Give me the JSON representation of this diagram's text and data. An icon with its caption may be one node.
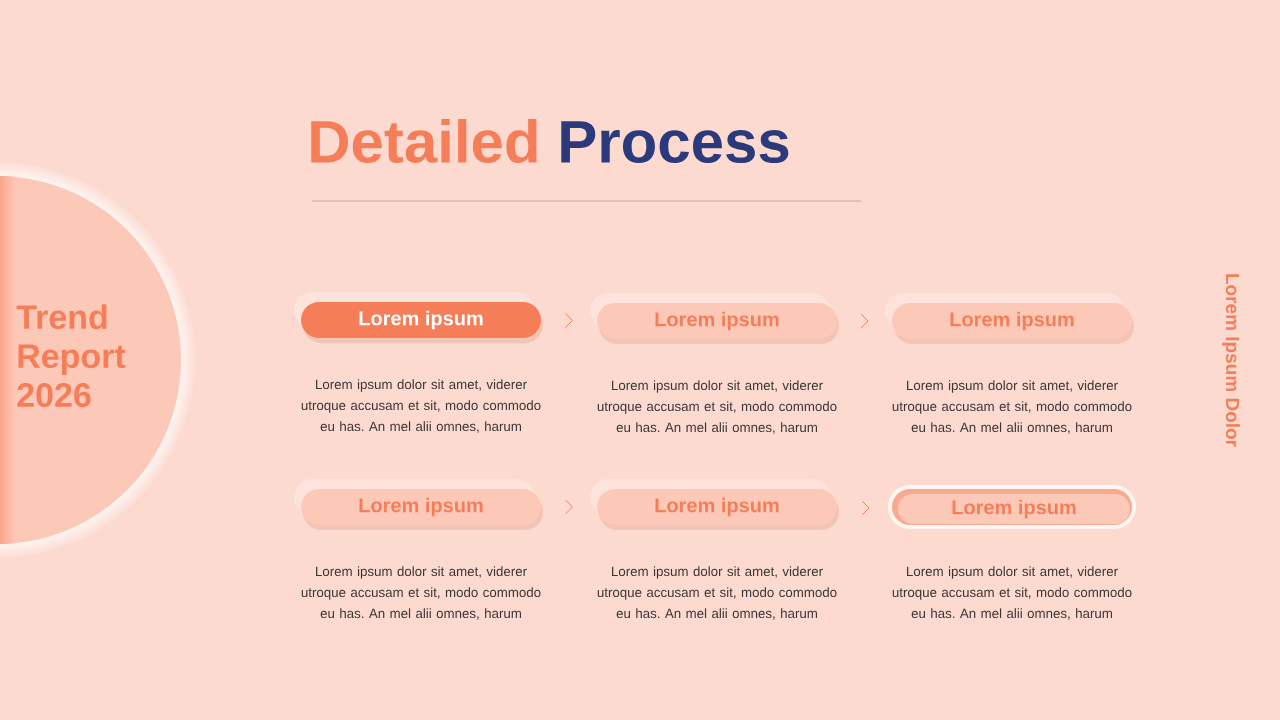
{
  "diagram": {
    "title": "Detailed Process",
    "nodes": [
      {
        "text": [
          "Trend Report 2026"
        ]
      },
      {
        "text": [
          "Lorem ipsum"
        ],
        "beside": [
          "Lorem ipsum dolor sit amet, viderer utroque accusam et sit, modo commodo eu has. An mel alii omnes, harum"
        ]
      },
      {
        "text": [
          "Lorem ipsum"
        ],
        "beside": [
          "Lorem ipsum dolor sit amet, viderer utroque accusam et sit, modo commodo eu has. An mel alii omnes, harum"
        ]
      },
      {
        "text": [
          "Lorem ipsum"
        ],
        "beside": [
          "Lorem ipsum dolor sit amet, viderer utroque accusam et sit, modo commodo eu has. An mel alii omnes, harum"
        ]
      },
      {
        "text": [
          "Lorem ipsum"
        ],
        "beside": [
          "Lorem ipsum dolor sit amet, viderer utroque accusam et sit, modo commodo eu has. An mel alii omnes, harum"
        ]
      },
      {
        "text": [
          "Lorem ipsum"
        ],
        "beside": [
          "Lorem ipsum dolor sit amet, viderer utroque accusam et sit, modo commodo eu has. An mel alii omnes, harum"
        ]
      },
      {
        "text": [
          "Lorem ipsum"
        ],
        "beside": [
          "Lorem ipsum dolor sit amet, viderer utroque accusam et sit, modo commodo eu has. An mel alii omnes, harum"
        ]
      }
    ],
    "edges": [
      {
        "from": 1,
        "to": 2,
        "arrow": "to"
      },
      {
        "from": 2,
        "to": 3,
        "arrow": "to"
      },
      {
        "from": 4,
        "to": 5,
        "arrow": "to"
      },
      {
        "from": 5,
        "to": 6,
        "arrow": "to"
      }
    ],
    "labels": [
      "Lorem Ipsum Dolor"
    ]
  }
}
